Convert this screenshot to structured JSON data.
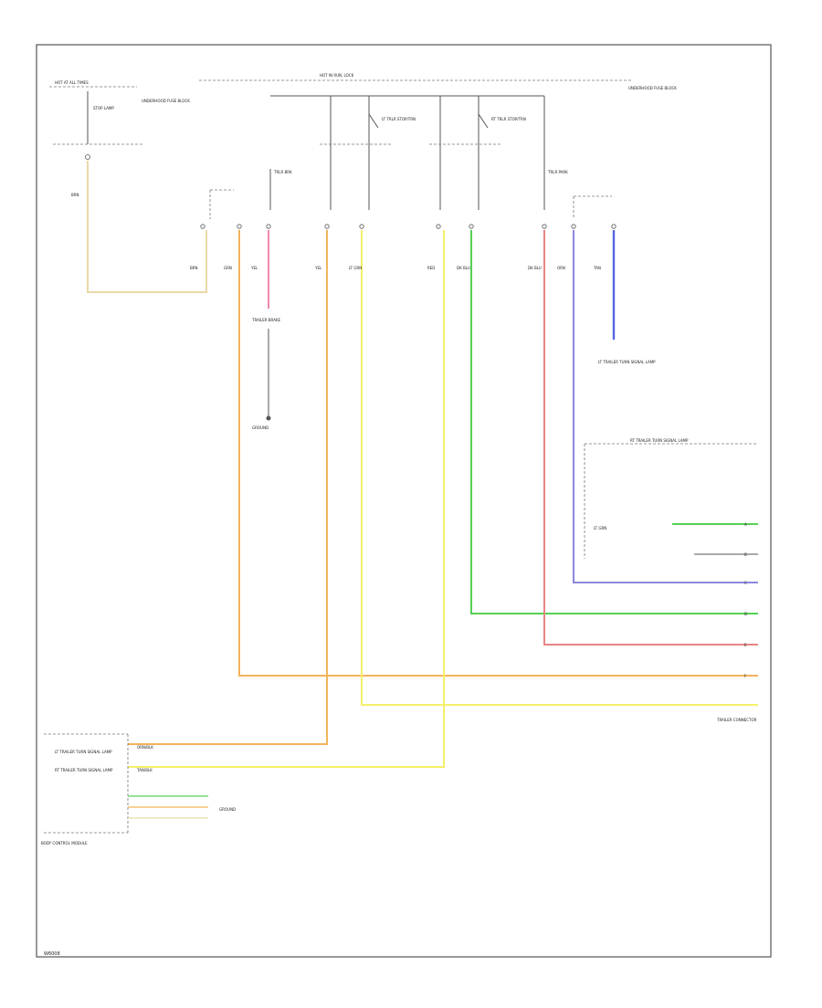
{
  "colors": {
    "orange": "#f2b35a",
    "tan": "#e8d9a6",
    "pink": "#f08aa8",
    "yellow": "#f5f06a",
    "green": "#55d055",
    "red": "#e88585",
    "blue": "#8888dd",
    "dark_blue": "#5566dd",
    "frame": "#555555"
  },
  "labels": {
    "hot_in_run": "HOT IN RUN, LOCK",
    "hot_at_all": "HOT AT ALL TIMES",
    "fuse_block": "UNDERHOOD FUSE BLOCK",
    "trailer_connector": "TRAILER CONNECTOR",
    "ground_block": "GROUND",
    "body_control": "BODY CONTROL MODULE",
    "trailer_lt": "LT TRAILER TURN SIGNAL LAMP",
    "trailer_rt": "RT TRAILER TURN SIGNAL LAMP",
    "trailer_brake": "TRAILER BRAKE",
    "page_id": "W6008"
  },
  "wire_codes": {
    "w1": "BRN",
    "w2": "BRN",
    "w3": "GRN",
    "w4": "YEL",
    "w5": "YEL",
    "w6": "LT GRN",
    "w7": "RED",
    "w8": "DK BLU",
    "w9": "DK BLU",
    "w10": "ORN",
    "w11": "TAN",
    "w12": "LT GRN",
    "w13": "ORN/BLK",
    "w14": "TAN/BLK"
  },
  "fuses": {
    "f1": "STOP LAMP",
    "f2": "LT TRLR STOP/TRN",
    "f3": "RT TRLR STOP/TRN",
    "f4": "TRLR BRK",
    "f5": "TRLR PARK"
  },
  "connector_pins": {
    "p1": "A",
    "p2": "B",
    "p3": "C",
    "p4": "D",
    "p5": "E",
    "p6": "F"
  }
}
